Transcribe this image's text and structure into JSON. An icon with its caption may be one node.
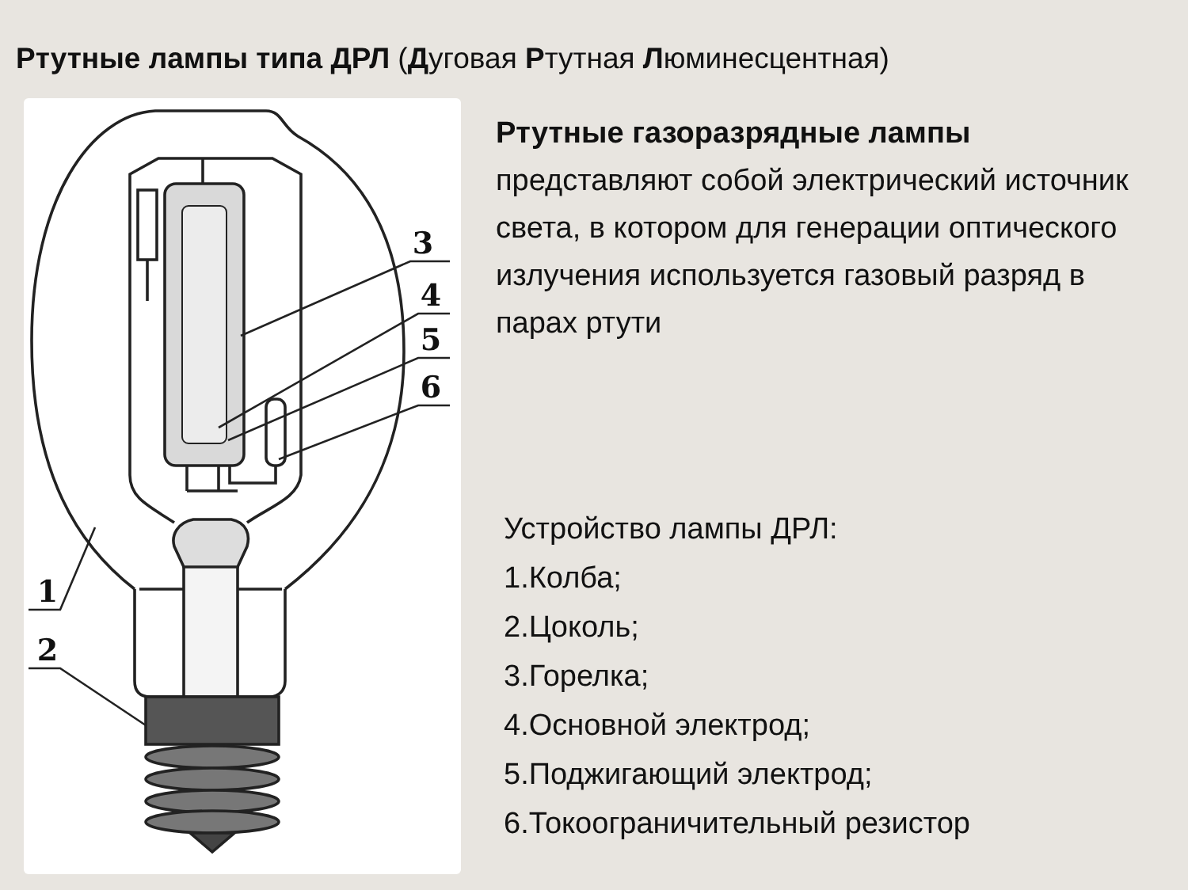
{
  "diagram": {
    "title": "**Ртутные лампы типа ДРЛ** (**Д**уговая **Р**тутная **Л**юминесцентная)",
    "nodes": [
      {
        "text": [
          "3"
        ]
      },
      {
        "text": [
          "4"
        ]
      },
      {
        "text": [
          "5"
        ]
      },
      {
        "text": [
          "6"
        ]
      },
      {
        "text": [
          "1"
        ]
      },
      {
        "text": [
          "2"
        ]
      }
    ],
    "edges": [
      {
        "from": 0,
        "to": null,
        "arrow": "none"
      },
      {
        "from": 1,
        "to": null,
        "arrow": "none"
      },
      {
        "from": 2,
        "to": null,
        "arrow": "none"
      },
      {
        "from": 3,
        "to": null,
        "arrow": "none"
      },
      {
        "from": 4,
        "to": null,
        "arrow": "none"
      },
      {
        "from": 5,
        "to": null,
        "arrow": "none"
      }
    ],
    "labels": [
      "**Ртутные газоразрядные лампы** представляют собой электрический источник света, в котором для генерации оптического излучения используется газовый разряд в парах ртути",
      "Устройство лампы ДРЛ:",
      "1.Колба;",
      "2.Цоколь;",
      "3.Горелка;",
      "4.Основной электрод;",
      "5.Поджигающий электрод;",
      "6.Токоограничительный резистор"
    ]
  }
}
